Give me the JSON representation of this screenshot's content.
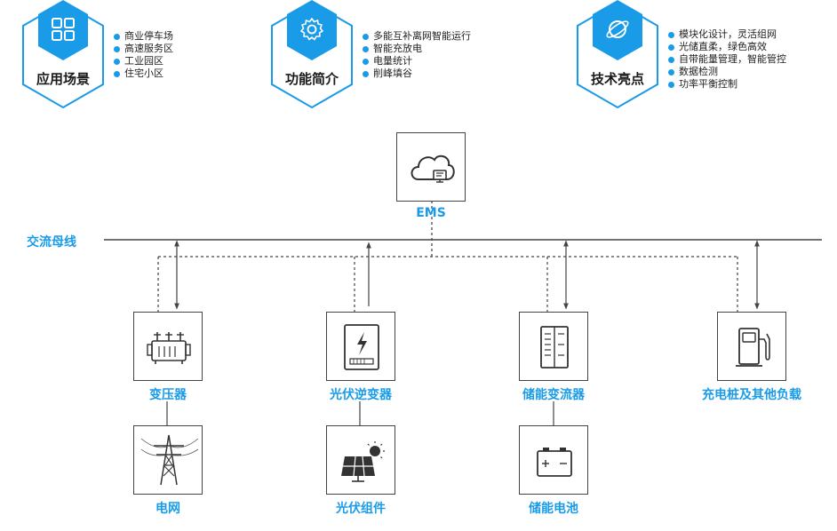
{
  "features": [
    {
      "title": "应用场景",
      "icon": "grid-icon",
      "items": [
        "商业停车场",
        "高速服务区",
        "工业园区",
        "住宅小区"
      ]
    },
    {
      "title": "功能简介",
      "icon": "gear-icon",
      "items": [
        "多能互补离网智能运行",
        "智能充放电",
        "电量统计",
        "削峰填谷"
      ]
    },
    {
      "title": "技术亮点",
      "icon": "planet-icon",
      "items": [
        "模块化设计，灵活组网",
        "光储直柔，绿色高效",
        "自带能量管理，智能管控",
        "数据检测",
        "功率平衡控制"
      ]
    }
  ],
  "diagram": {
    "ems": "EMS",
    "bus": "交流母线",
    "nodes": {
      "transformer": "变压器",
      "pv_inverter": "光伏逆变器",
      "pcs": "储能变流器",
      "charger": "充电桩及其他负载",
      "grid": "电网",
      "pv_module": "光伏组件",
      "battery": "储能电池"
    }
  },
  "colors": {
    "accent": "#1a9be8",
    "line": "#444444"
  }
}
